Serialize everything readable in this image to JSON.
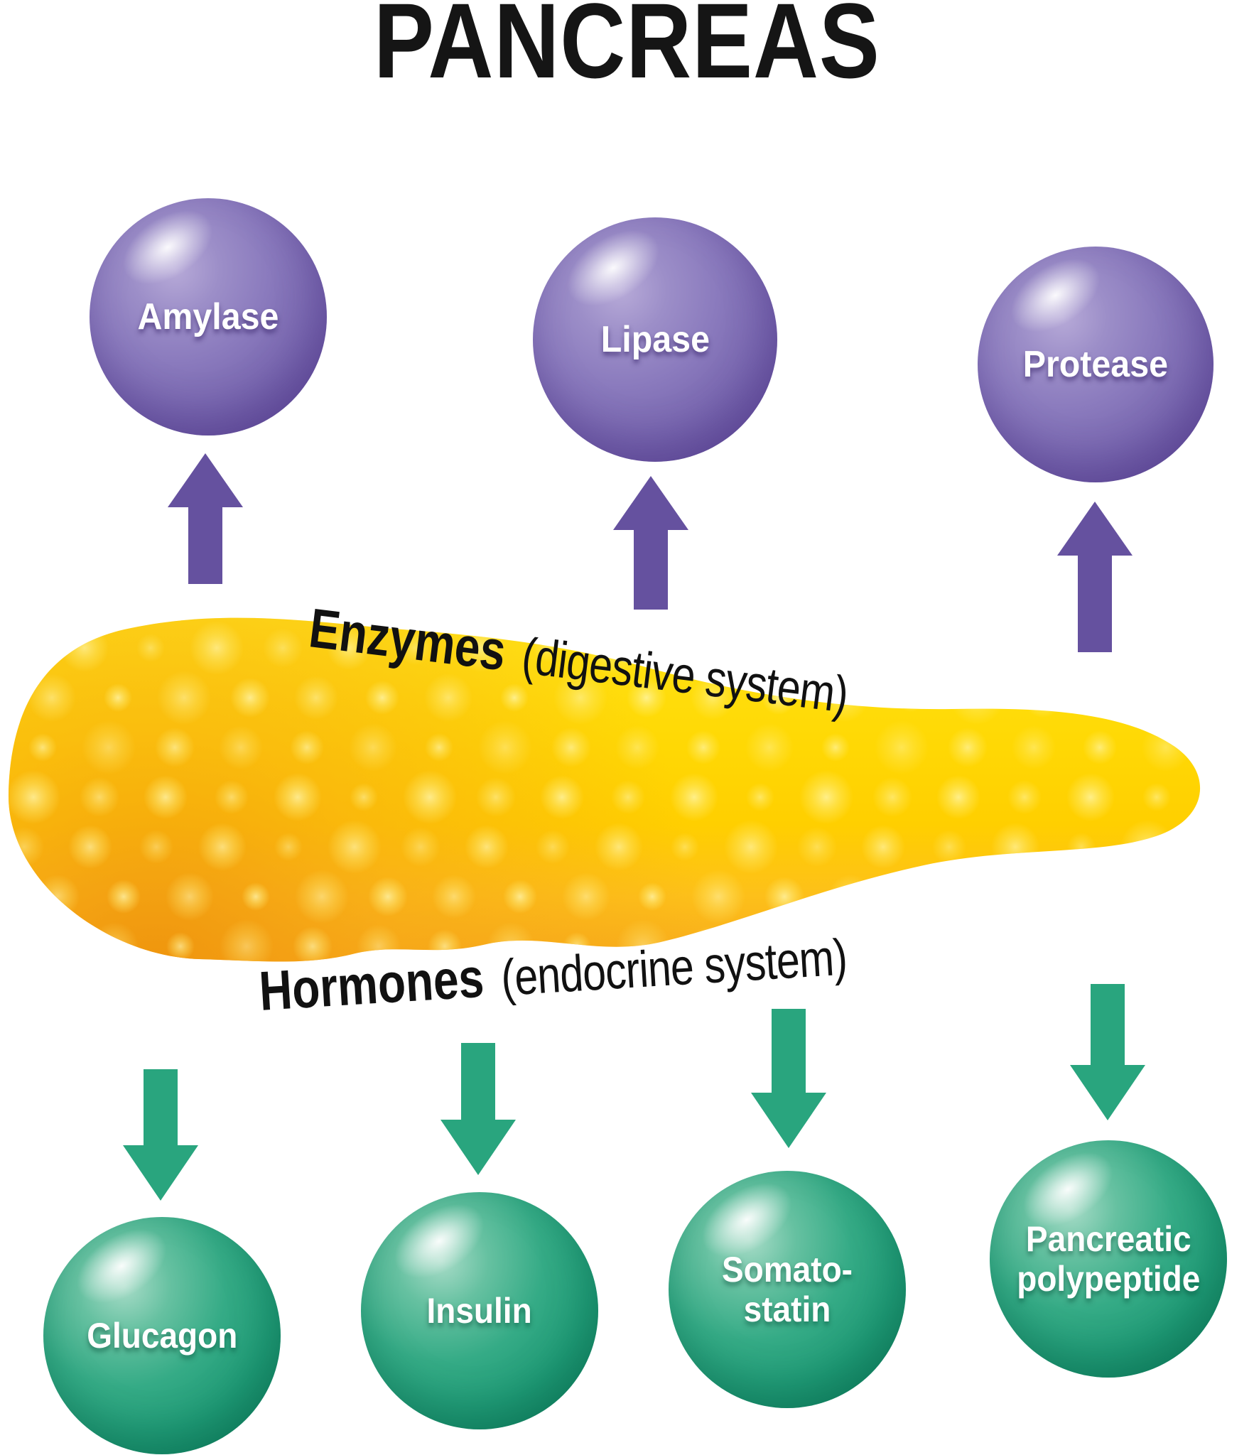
{
  "title": "PANCREAS",
  "sections": {
    "enzymes": {
      "heading": "Enzymes",
      "subheading": "(digestive system)",
      "items": [
        {
          "label": "Amylase"
        },
        {
          "label": "Lipase"
        },
        {
          "label": "Protease"
        }
      ]
    },
    "hormones": {
      "heading": "Hormones",
      "subheading": "(endocrine system)",
      "items": [
        {
          "label": "Glucagon"
        },
        {
          "label": "Insulin"
        },
        {
          "label": "Somato-\nstatin"
        },
        {
          "label": "Pancreatic\npolypeptide"
        }
      ]
    }
  },
  "colors": {
    "enzyme_circle": "#7f6eb5",
    "enzyme_arrow": "#65519f",
    "hormone_circle": "#1d9c77",
    "hormone_arrow": "#29a57e",
    "pancreas_yellow": "#ffd400",
    "pancreas_orange": "#f2970e",
    "title_color": "#151515",
    "label_color": "#ffffff"
  }
}
